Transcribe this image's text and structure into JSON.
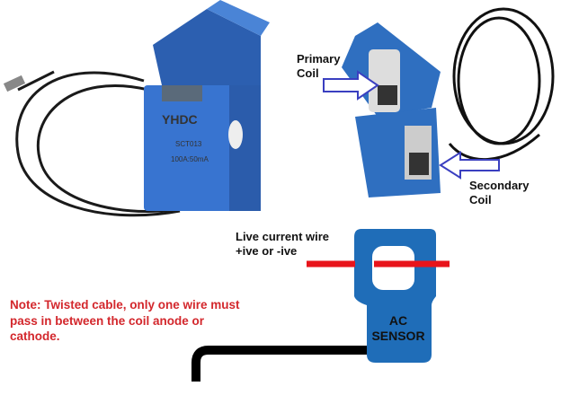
{
  "labels": {
    "primary_coil": "Primary\nCoil",
    "secondary_coil": "Secondary\nCoil",
    "live_wire": "Live current wire\n+ive or -ive",
    "note": "Note: Twisted cable, only one wire must pass in between the coil anode or cathode.",
    "sensor": "AC\nSENSOR"
  },
  "product_label": {
    "brand": "YHDC",
    "model": "SCT013",
    "rating": "100A:50mA"
  },
  "colors": {
    "sensor_blue": "#2f6fc0",
    "diagram_blue": "#1f6db8",
    "wire_red": "#e8141b",
    "arrow_outline": "#3a3fc0",
    "note_red": "#d3272c"
  }
}
